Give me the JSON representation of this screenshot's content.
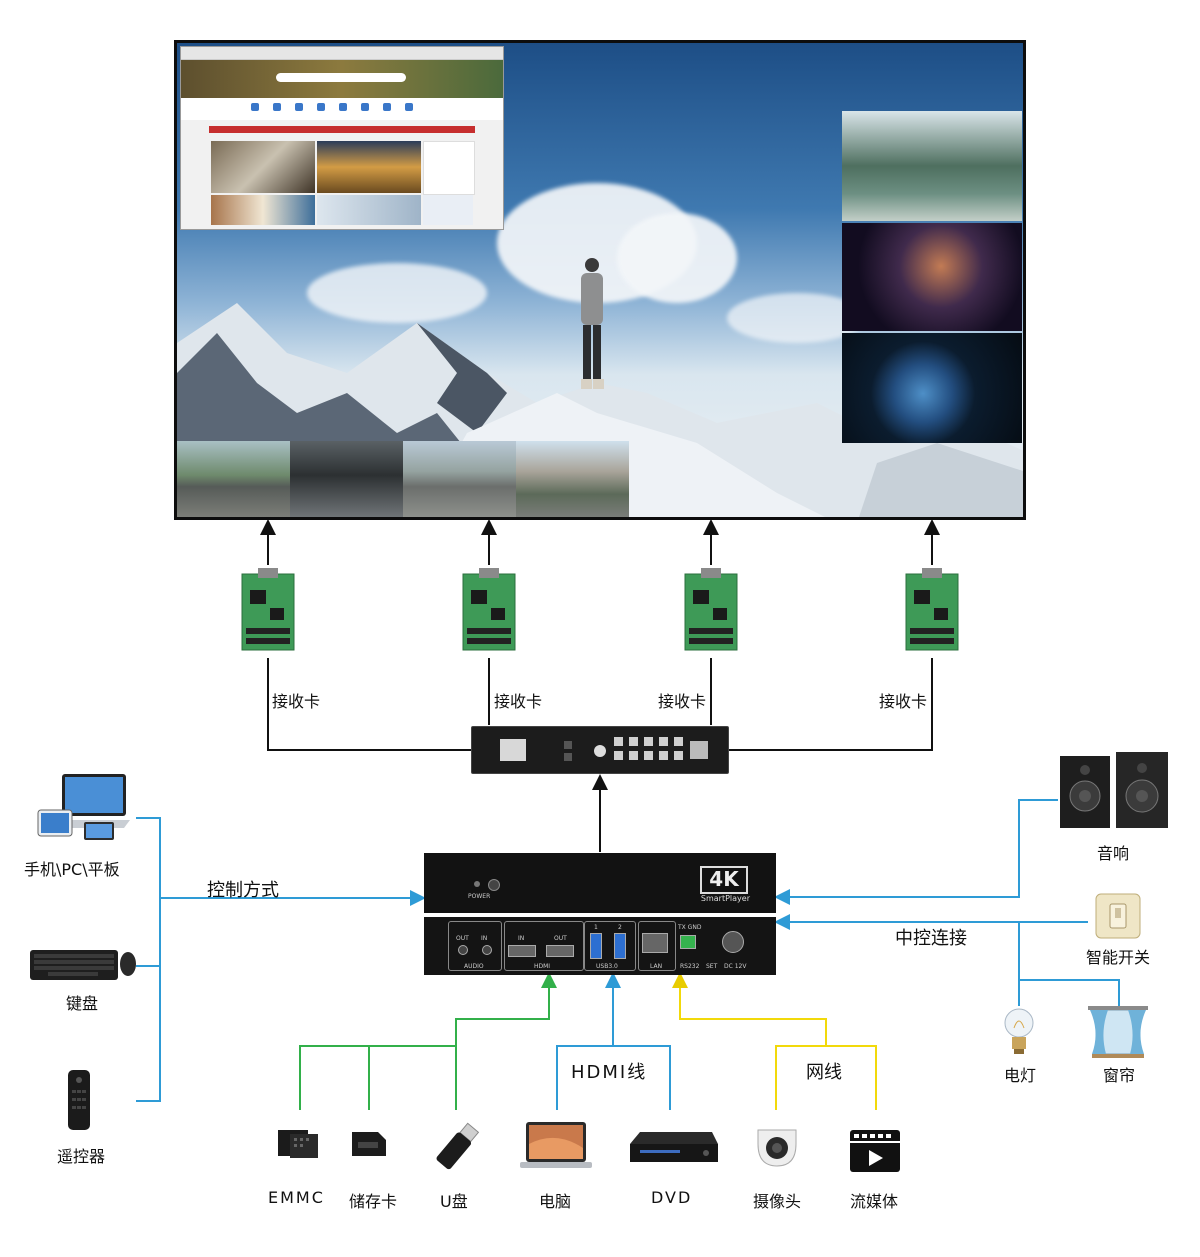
{
  "receiver_label": "接收卡",
  "receivers": [
    "接收卡",
    "接收卡",
    "接收卡",
    "接收卡"
  ],
  "control": {
    "label": "控制方式",
    "devices": [
      "手机\\PC\\平板",
      "键盘",
      "遥控器"
    ]
  },
  "central": {
    "label": "中控连接",
    "devices": [
      "音响",
      "智能开关",
      "电灯",
      "窗帘"
    ]
  },
  "player": {
    "badge": "4K",
    "brand": "SmartPlayer",
    "power": "POWER",
    "ports": [
      "OUT",
      "IN",
      "AUDIO",
      "IN",
      "OUT",
      "HDMI",
      "1",
      "2",
      "USB3.0",
      "LAN",
      "TX GND",
      "RS232",
      "SET",
      "DC 12V"
    ]
  },
  "sources": {
    "hdmi_label": "HDMI线",
    "net_label": "网线",
    "items": [
      "EMMC",
      "储存卡",
      "U盘",
      "电脑",
      "DVD",
      "摄像头",
      "流媒体"
    ]
  },
  "colors": {
    "control_line": "#2e9bd6",
    "black_line": "#111111",
    "storage_line": "#32b04a",
    "hdmi_line": "#2e9bd6",
    "network_line": "#f2d90a"
  }
}
